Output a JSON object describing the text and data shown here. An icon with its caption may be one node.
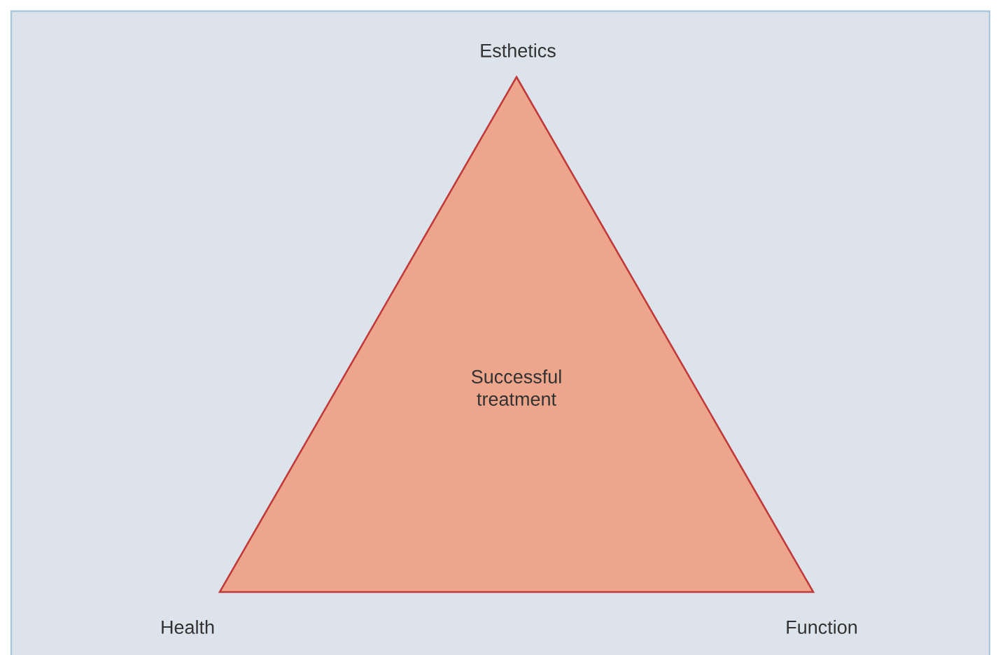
{
  "diagram": {
    "nodes": [
      {
        "text": [
          "Successful treatment"
        ]
      }
    ],
    "labels": [
      "Esthetics",
      "Health",
      "Function"
    ]
  }
}
